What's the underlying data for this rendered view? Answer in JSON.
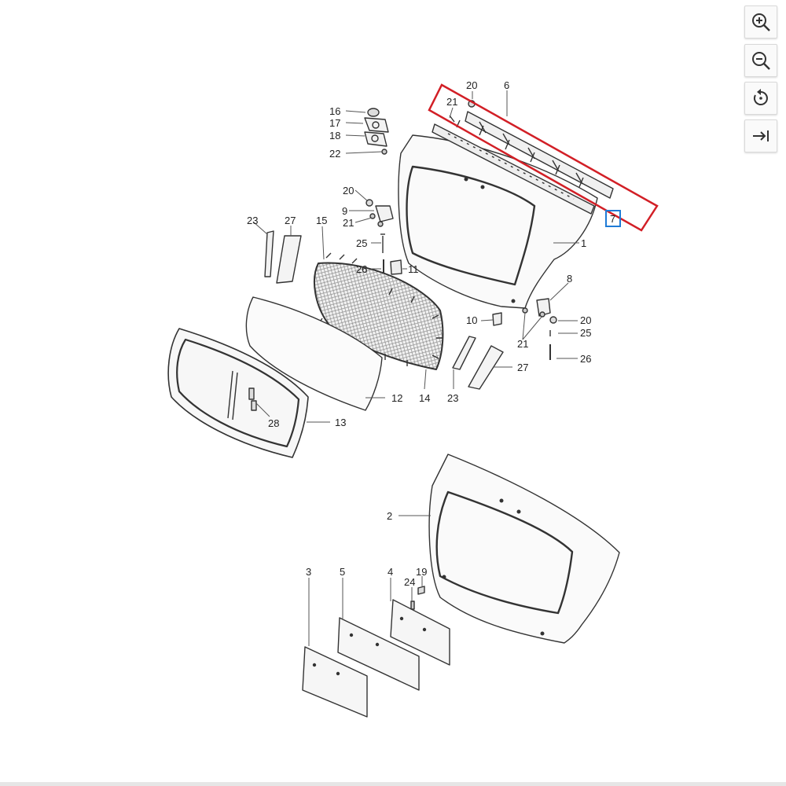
{
  "toolbar": {
    "buttons": [
      {
        "name": "zoom-in",
        "icon": "zoom-in-icon"
      },
      {
        "name": "zoom-out",
        "icon": "zoom-out-icon"
      },
      {
        "name": "rotate",
        "icon": "rotate-icon"
      },
      {
        "name": "collapse",
        "icon": "arrow-to-right-icon"
      }
    ]
  },
  "highlight": {
    "color": "#d21f26",
    "selected_part": "7",
    "selected_color": "#1f7bd6"
  },
  "callouts": {
    "c1": "1",
    "c2": "2",
    "c3": "3",
    "c4": "4",
    "c5": "5",
    "c6": "6",
    "c7": "7",
    "c8": "8",
    "c9": "9",
    "c10": "10",
    "c11": "11",
    "c12": "12",
    "c13": "13",
    "c14": "14",
    "c15": "15",
    "c16": "16",
    "c17": "17",
    "c18": "18",
    "c19": "19",
    "c20a": "20",
    "c20b": "20",
    "c20c": "20",
    "c21a": "21",
    "c21b": "21",
    "c21c": "21",
    "c22": "22",
    "c23a": "23",
    "c23b": "23",
    "c24": "24",
    "c25a": "25",
    "c25b": "25",
    "c26a": "26",
    "c26b": "26",
    "c27a": "27",
    "c27b": "27",
    "c28": "28"
  }
}
